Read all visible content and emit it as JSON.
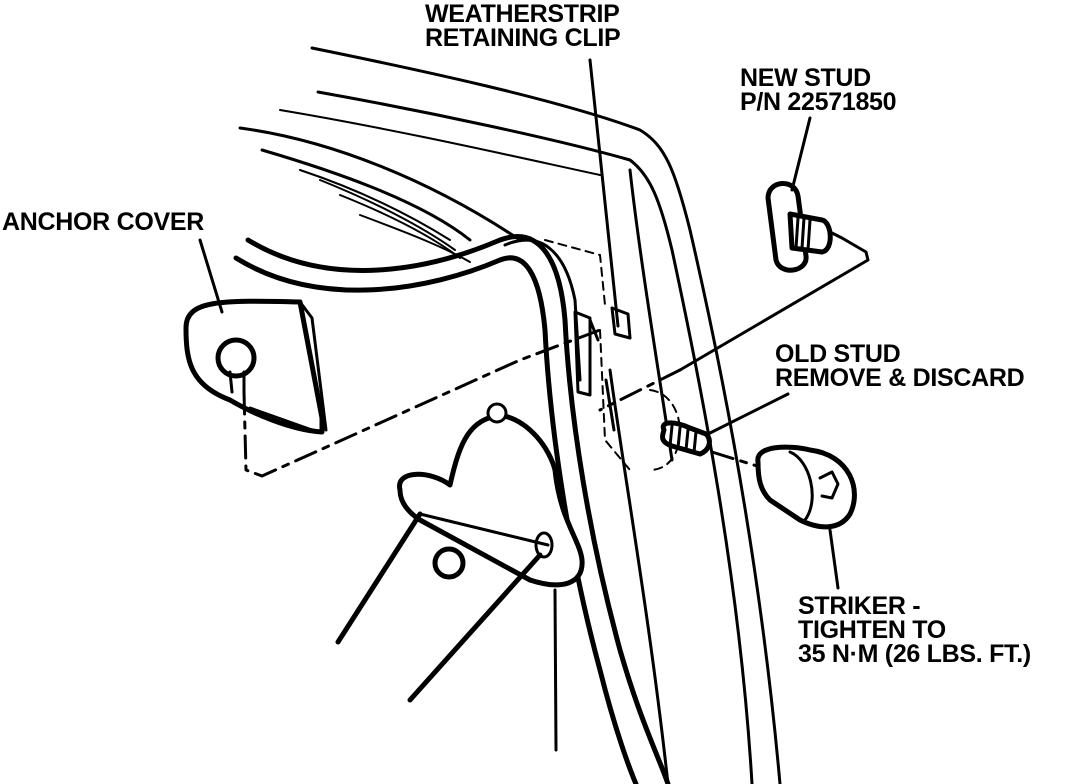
{
  "labels": {
    "weatherstrip_clip": [
      "WEATHERSTRIP",
      "RETAINING CLIP"
    ],
    "new_stud": [
      "NEW STUD",
      "P/N 22571850"
    ],
    "anchor_cover": "ANCHOR COVER",
    "old_stud": [
      "OLD STUD",
      "REMOVE & DISCARD"
    ],
    "striker": [
      "STRIKER -",
      "TIGHTEN TO",
      "35 N·M (26 LBS. FT.)"
    ]
  },
  "colors": {
    "ink": "#000000",
    "paper": "#ffffff"
  }
}
